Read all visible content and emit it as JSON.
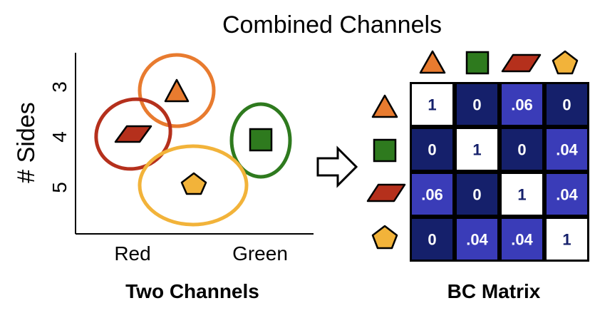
{
  "title": "Combined Channels",
  "left_panel": {
    "ylabel": "# Sides",
    "y_ticks": [
      "3",
      "4",
      "5"
    ],
    "x_ticks": [
      "Red",
      "Green"
    ],
    "caption": "Two Channels"
  },
  "right_panel": {
    "caption": "BC Matrix",
    "shapes": [
      "triangle-icon",
      "square-icon",
      "parallelogram-icon",
      "pentagon-icon"
    ],
    "matrix": [
      [
        "1",
        "0",
        ".06",
        "0"
      ],
      [
        "0",
        "1",
        "0",
        ".04"
      ],
      [
        ".06",
        "0",
        "1",
        ".04"
      ],
      [
        "0",
        ".04",
        ".04",
        "1"
      ]
    ]
  },
  "colors": {
    "triangle": "#e87b2f",
    "square": "#2e7a1e",
    "parallelogram": "#b5301c",
    "pentagon": "#f2b33a",
    "cell_dark": "#15206b",
    "cell_light": "#3a3cb8",
    "cell_diag": "#ffffff",
    "arrow": "#000000"
  }
}
